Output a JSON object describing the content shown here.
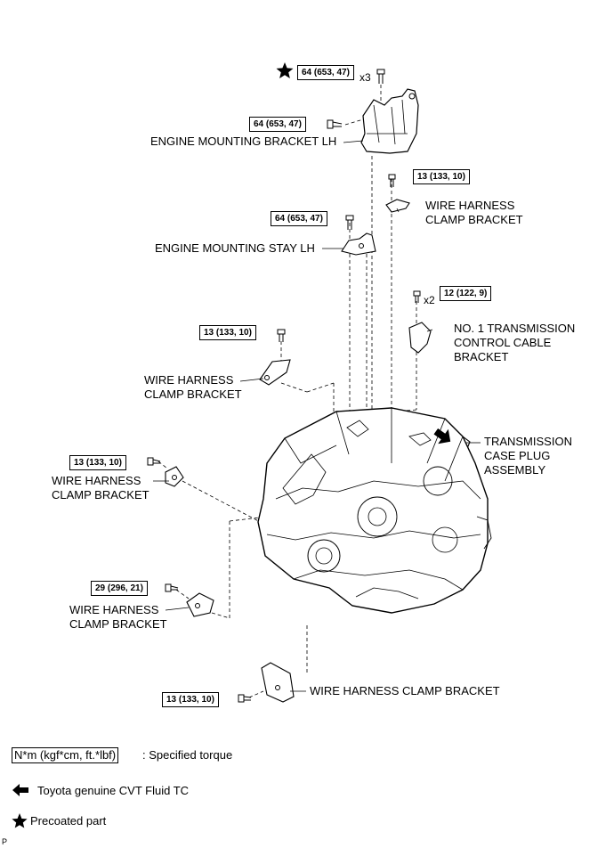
{
  "torques": {
    "t_top": "64 (653, 47)",
    "t_mount_bracket": "64 (653, 47)",
    "t_wire_upper_right": "13 (133, 10)",
    "t_stay": "64 (653, 47)",
    "t_no1_bracket": "12 (122, 9)",
    "t_wire_mid_left": "13 (133, 10)",
    "t_wire_left": "13 (133, 10)",
    "t_wire_lower_left": "29 (296, 21)",
    "t_wire_bottom": "13 (133, 10)"
  },
  "multipliers": {
    "x3": "x3",
    "x2": "x2"
  },
  "labels": {
    "engine_mounting_bracket_lh": "ENGINE MOUNTING BRACKET LH",
    "wire_upper_right_1": "WIRE HARNESS",
    "wire_upper_right_2": "CLAMP BRACKET",
    "engine_mounting_stay_lh": "ENGINE MOUNTING STAY LH",
    "no1_line1": "NO. 1 TRANSMISSION",
    "no1_line2": "CONTROL CABLE",
    "no1_line3": "BRACKET",
    "wire_mid_left_1": "WIRE HARNESS",
    "wire_mid_left_2": "CLAMP BRACKET",
    "plug_line1": "TRANSMISSION",
    "plug_line2": "CASE PLUG",
    "plug_line3": "ASSEMBLY",
    "wire_left_1": "WIRE HARNESS",
    "wire_left_2": "CLAMP BRACKET",
    "wire_lower_left_1": "WIRE HARNESS",
    "wire_lower_left_2": "CLAMP BRACKET",
    "wire_bottom": "WIRE HARNESS CLAMP BRACKET"
  },
  "legend": {
    "torque_unit": "N*m (kgf*cm, ft.*lbf)",
    "torque_desc": ": Specified torque",
    "fluid": "Toyota genuine CVT Fluid TC",
    "precoated": "Precoated part"
  },
  "footer_code": "P"
}
